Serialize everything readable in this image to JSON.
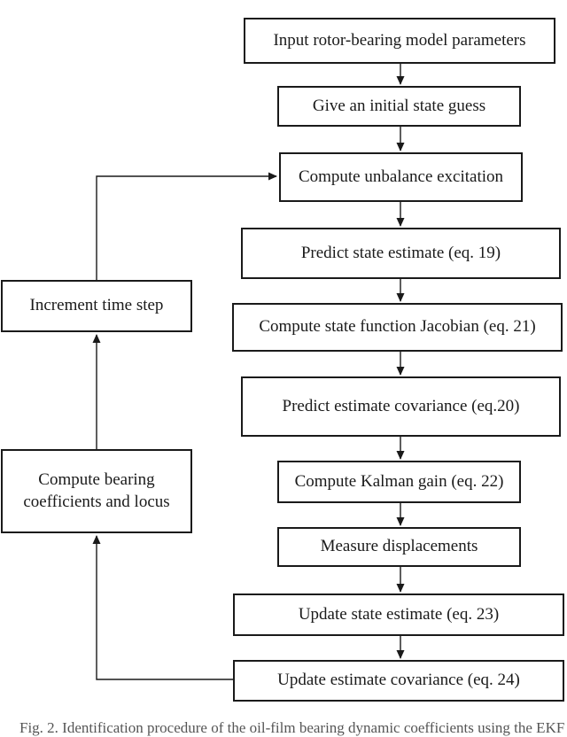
{
  "diagram": {
    "title_hint": "EKF identification procedure flowchart",
    "colors": {
      "line": "#1a1a1a",
      "background": "#ffffff"
    },
    "nodes": [
      {
        "id": "input-params",
        "label": "Input rotor-bearing model parameters"
      },
      {
        "id": "initial-guess",
        "label": "Give an initial  state guess"
      },
      {
        "id": "unbalance-excitation",
        "label": "Compute unbalance excitation"
      },
      {
        "id": "predict-state",
        "label": "Predict state estimate (eq. 19)"
      },
      {
        "id": "state-jacobian",
        "label": "Compute state function Jacobian (eq. 21)"
      },
      {
        "id": "predict-covariance",
        "label": "Predict estimate covariance (eq.20)"
      },
      {
        "id": "kalman-gain",
        "label": "Compute Kalman gain (eq. 22)"
      },
      {
        "id": "measure-displacements",
        "label": "Measure displacements"
      },
      {
        "id": "update-state",
        "label": "Update state estimate (eq. 23)"
      },
      {
        "id": "update-covariance",
        "label": "Update estimate covariance (eq. 24)"
      },
      {
        "id": "increment-time-step",
        "label": "Increment time step"
      },
      {
        "id": "bearing-coefficients",
        "label": "Compute bearing coefficients  and locus"
      }
    ],
    "edges": [
      {
        "from": "input-params",
        "to": "initial-guess"
      },
      {
        "from": "initial-guess",
        "to": "unbalance-excitation"
      },
      {
        "from": "unbalance-excitation",
        "to": "predict-state"
      },
      {
        "from": "predict-state",
        "to": "state-jacobian"
      },
      {
        "from": "state-jacobian",
        "to": "predict-covariance"
      },
      {
        "from": "predict-covariance",
        "to": "kalman-gain"
      },
      {
        "from": "kalman-gain",
        "to": "measure-displacements"
      },
      {
        "from": "measure-displacements",
        "to": "update-state"
      },
      {
        "from": "update-state",
        "to": "update-covariance"
      },
      {
        "from": "update-covariance",
        "to": "bearing-coefficients"
      },
      {
        "from": "bearing-coefficients",
        "to": "increment-time-step"
      },
      {
        "from": "increment-time-step",
        "to": "unbalance-excitation"
      }
    ],
    "caption": "Fig. 2.  Identification procedure of the oil-film bearing dynamic coefficients using the EKF"
  }
}
